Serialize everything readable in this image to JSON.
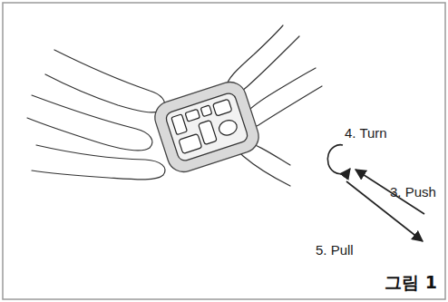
{
  "diagram": {
    "caption": "그림 1",
    "labels": [
      "4. Turn",
      "3. Push",
      "5. Pull"
    ]
  }
}
